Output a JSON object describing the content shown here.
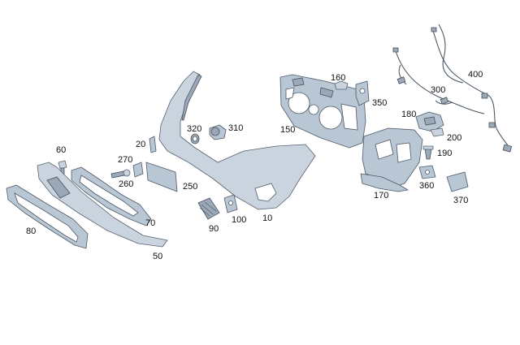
{
  "diagram": {
    "callouts": {
      "p400": "400",
      "p300": "300",
      "p160": "160",
      "p350": "350",
      "p180": "180",
      "p200": "200",
      "p150": "150",
      "p190": "190",
      "p320": "320",
      "p310": "310",
      "p20": "20",
      "p60": "60",
      "p270": "270",
      "p260": "260",
      "p250": "250",
      "p360": "360",
      "p170": "170",
      "p370": "370",
      "p70": "70",
      "p100": "100",
      "p10": "10",
      "p80": "80",
      "p90": "90",
      "p50": "50"
    }
  }
}
